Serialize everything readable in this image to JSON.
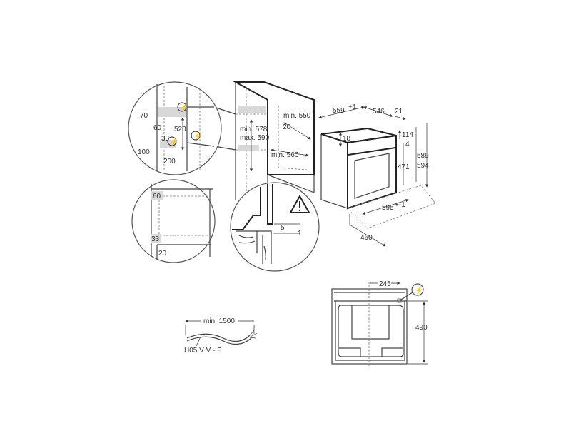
{
  "detail_top": {
    "d70": "70",
    "d60": "60",
    "d520": "520",
    "d33": "33",
    "d100": "100",
    "d200": "200"
  },
  "cabinet": {
    "min578": "min. 578",
    "max590": "max. 590",
    "min550": "min. 550",
    "d20": "20",
    "min560": "min. 560"
  },
  "oven": {
    "d559": "559",
    "d559_tol": "+1",
    "d546": "546",
    "d21": "21",
    "d18": "18",
    "d114": "114",
    "d4": "4",
    "d471": "471",
    "d589": "589",
    "d594": "594",
    "d595": "595",
    "d595_tol": "+-1",
    "d460": "460"
  },
  "detail_bottom": {
    "d60": "60",
    "d33": "33",
    "d20": "20"
  },
  "detail_floor": {
    "d5": "5",
    "d1": "1",
    "warning_icon": "warning-triangle"
  },
  "cable": {
    "length": "min. 1500",
    "type": "H05 V V - F"
  },
  "back_view": {
    "d245": "245",
    "d490": "490",
    "connection_icon": "electrical-connection"
  }
}
